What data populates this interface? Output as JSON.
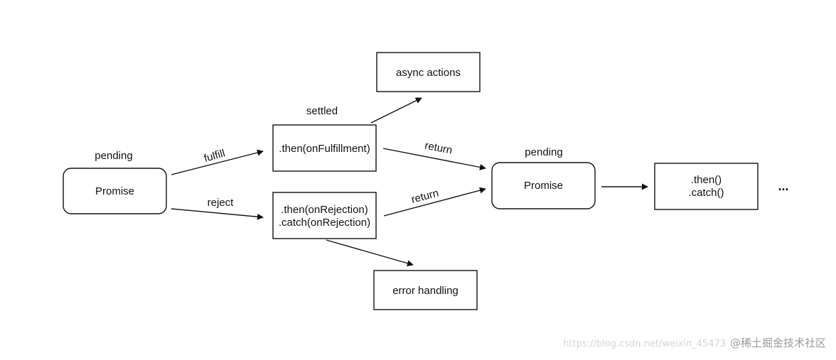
{
  "diagram": {
    "nodes": {
      "promise_left": {
        "label": "Promise",
        "state": "pending"
      },
      "then_fulfill": {
        "label": ".then(onFulfillment)",
        "state": "settled"
      },
      "then_reject": {
        "lines": [
          ".then(onRejection)",
          ".catch(onRejection)"
        ]
      },
      "async_actions": {
        "label": "async actions"
      },
      "error_handling": {
        "label": "error handling"
      },
      "promise_right": {
        "label": "Promise",
        "state": "pending"
      },
      "chain": {
        "lines": [
          ".then()",
          ".catch()"
        ]
      }
    },
    "edges": {
      "fulfill": "fulfill",
      "reject": "reject",
      "return_top": "return",
      "return_bottom": "return"
    },
    "continuation": "..."
  },
  "watermark": {
    "url": "https://blog.csdn.net/weixin_45473",
    "brand": "@稀土掘金技术社区"
  },
  "colors": {
    "stroke": "#111111",
    "background": "#ffffff",
    "watermark": "#9a9a9a"
  }
}
